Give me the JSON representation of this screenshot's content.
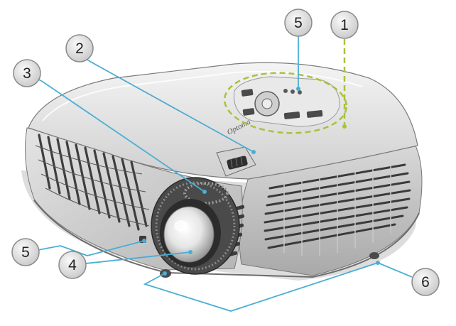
{
  "diagram": {
    "brand": "Optoma",
    "callouts": [
      {
        "id": "c1",
        "label": "1"
      },
      {
        "id": "c2",
        "label": "2"
      },
      {
        "id": "c3",
        "label": "3"
      },
      {
        "id": "c4",
        "label": "4"
      },
      {
        "id": "c5a",
        "label": "5"
      },
      {
        "id": "c5b",
        "label": "5"
      },
      {
        "id": "c6",
        "label": "6"
      }
    ],
    "colors": {
      "leader_line": "#4aaed4",
      "dashed_outline": "#a8c23a",
      "callout_fill": "#e6e6e6",
      "callout_stroke": "#8a8a8a"
    },
    "icons": [
      "projector-body",
      "lens",
      "focus-ring",
      "zoom-lever",
      "control-panel",
      "vent-grille",
      "tilt-foot"
    ]
  }
}
